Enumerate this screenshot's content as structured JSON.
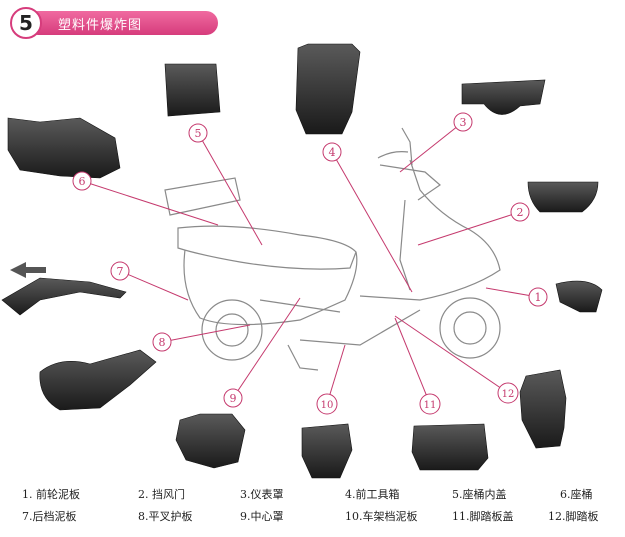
{
  "header": {
    "number": "5",
    "title": "塑料件爆炸图"
  },
  "callouts": [
    "1",
    "2",
    "3",
    "4",
    "5",
    "6",
    "7",
    "8",
    "9",
    "10",
    "11",
    "12"
  ],
  "legend": [
    "1. 前轮泥板",
    "2. 挡风门",
    "3.仪表罩",
    "4.前工具箱",
    "5.座桶内盖",
    "6.座桶",
    "7.后档泥板",
    "8.平叉护板",
    "9.中心罩",
    "10.车架档泥板",
    "11.脚踏板盖",
    "12.脚踏板"
  ],
  "colors": {
    "accent": "#d63c7c",
    "part": "#2b2b2b",
    "outline": "#777777"
  }
}
